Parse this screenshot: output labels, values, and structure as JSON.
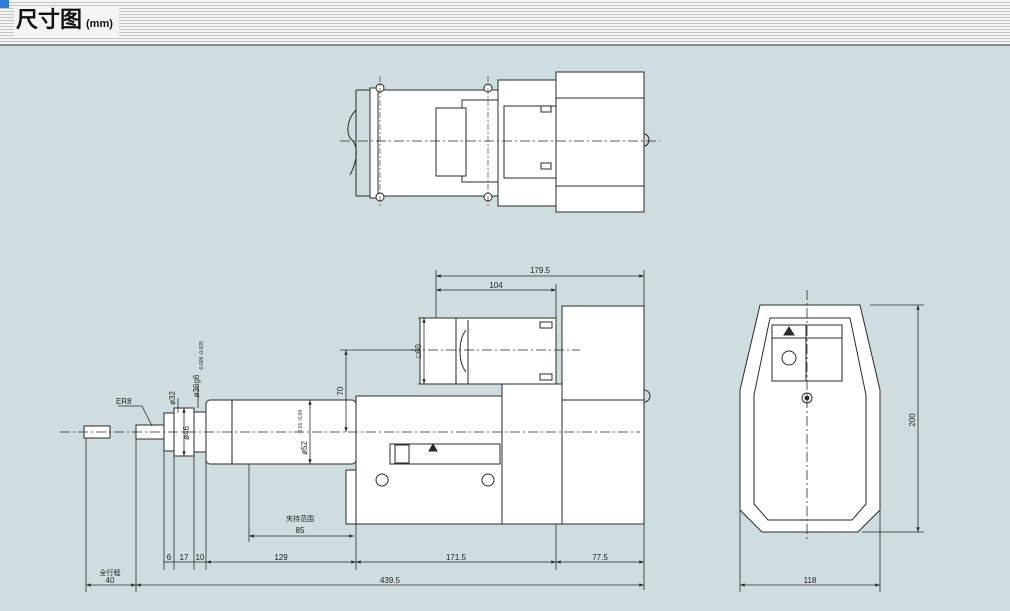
{
  "header": {
    "title": "尺寸图",
    "unit": "(mm)"
  },
  "drawing": {
    "labels": {
      "collet": "ER8",
      "stroke_label": "全行程",
      "clamp_label": "夹持范围"
    },
    "dims": {
      "d_179_5": "179.5",
      "d_104": "104",
      "d_sq60": "□60",
      "d_70": "70",
      "d_phi32": "ø32",
      "d_phi36": "ø36g6",
      "d_phi36_tol": "-0.009 -0.025",
      "d_phi46": "ø46",
      "d_phi52": "ø52",
      "d_phi52_tol": "-0.01 -0.04",
      "d_85": "85",
      "d_6": "6",
      "d_17": "17",
      "d_10": "10",
      "d_129": "129",
      "d_171_5": "171.5",
      "d_77_5": "77.5",
      "d_40": "40",
      "d_439_5": "439.5",
      "d_200": "200",
      "d_118": "118"
    },
    "colors": {
      "background": "#cfdde0",
      "line": "#2a2a2a",
      "header_accent": "#2f7fd6"
    }
  }
}
